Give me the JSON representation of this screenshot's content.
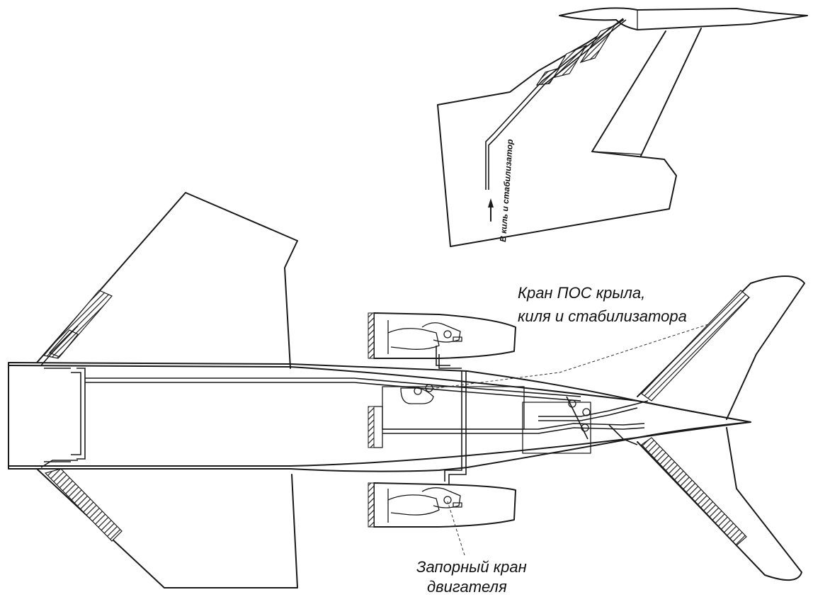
{
  "labels": {
    "valve_wing": [
      "Кран ПОС крыла,",
      "киля и стабилизатора"
    ],
    "engine_valve": [
      "Запорный кран",
      "двигателя"
    ],
    "fin_inset": "В киль и стабилизатор"
  },
  "colors": {
    "ink": "#1a1a1a",
    "background": "#ffffff"
  }
}
